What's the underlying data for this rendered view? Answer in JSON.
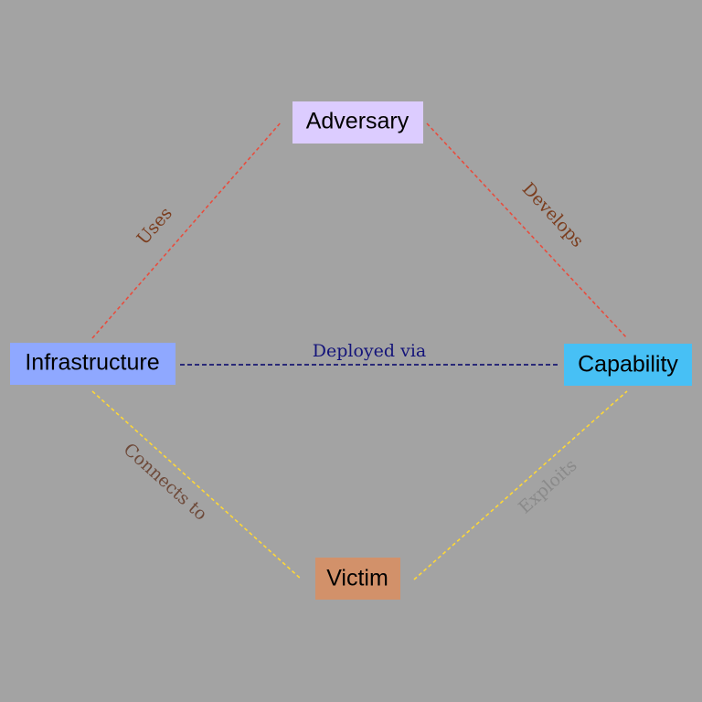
{
  "nodes": {
    "adversary": {
      "label": "Adversary",
      "color": "#dcccff"
    },
    "infrastructure": {
      "label": "Infrastructure",
      "color": "#8fa8ff"
    },
    "capability": {
      "label": "Capability",
      "color": "#47c0f5"
    },
    "victim": {
      "label": "Victim",
      "color": "#d2916a"
    }
  },
  "edges": {
    "uses": {
      "label": "Uses",
      "line_color": "#e84c3d",
      "label_color": "#7b3d1e"
    },
    "develops": {
      "label": "Develops",
      "line_color": "#e84c3d",
      "label_color": "#7b3d1e"
    },
    "deployed_via": {
      "label": "Deployed via",
      "line_color": "#1a1a72",
      "label_color": "#14147a"
    },
    "connects_to": {
      "label": "Connects to",
      "line_color": "#ffd835",
      "label_color": "#6e4a3a"
    },
    "exploits": {
      "label": "Exploits",
      "line_color": "#ffd835",
      "label_color": "#8a8a8a"
    }
  }
}
